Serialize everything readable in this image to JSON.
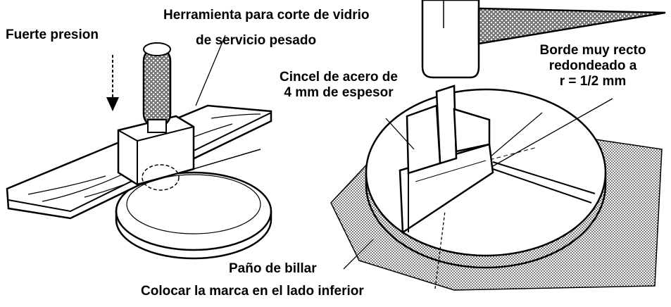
{
  "labels": {
    "fuerte_presion": "Fuerte presion",
    "herramienta_line1": "Herramienta para corte de vidrio",
    "herramienta_line2": "de servicio pesado",
    "cincel_line1": "Cincel de acero de",
    "cincel_line2": "4 mm de espesor",
    "borde_line1": "Borde muy recto",
    "borde_line2": "redondeado a",
    "borde_line3": "r = 1/2 mm",
    "pano": "Paño de billar",
    "colocar": "Colocar la marca en el lado inferior"
  },
  "colors": {
    "ink": "#000000",
    "paper": "#ffffff",
    "wood": "#f2f2f2",
    "cloth": "#cfcfcf",
    "handle": "#9a9a9a"
  }
}
